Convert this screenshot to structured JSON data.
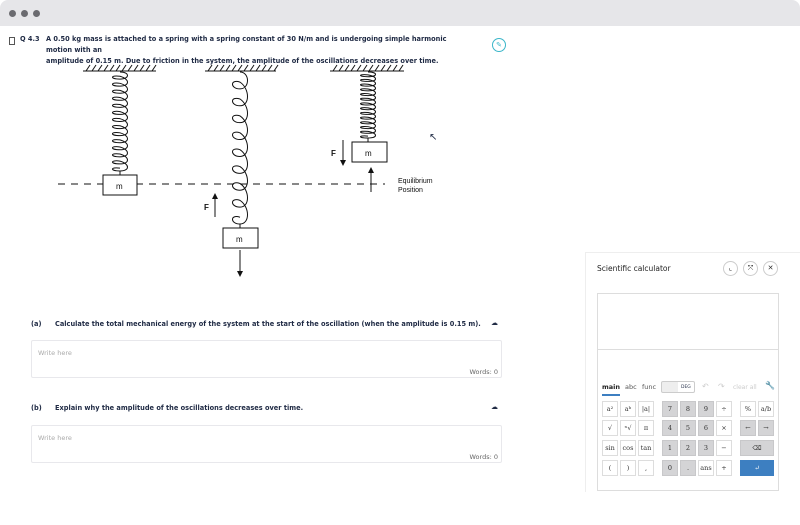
{
  "question": {
    "number": "Q 4.3",
    "text_line1": "A 0.50 kg mass is attached to a spring with a spring constant of 30 N/m and is undergoing simple harmonic motion with an",
    "text_line2": "amplitude of 0.15 m. Due to friction in the system, the amplitude of the oscillations decreases over time."
  },
  "diagram": {
    "mass_label": "m",
    "force_label": "F",
    "equilibrium_line1": "Equilibrium",
    "equilibrium_line2": "Position"
  },
  "parts": [
    {
      "label": "(a)",
      "text": "Calculate the total mechanical energy of the system at the start of the oscillation (when the amplitude is 0.15 m).",
      "placeholder": "Write here",
      "words": "Words: 0"
    },
    {
      "label": "(b)",
      "text": "Explain why the amplitude of the oscillations decreases over time.",
      "placeholder": "Write here",
      "words": "Words: 0"
    }
  ],
  "calculator": {
    "title": "Scientific calculator",
    "tabs": [
      "main",
      "abc",
      "func"
    ],
    "mode": "DEG",
    "clear_all": "clear all",
    "keys": {
      "row1": [
        "a²",
        "aᵇ",
        "|a|",
        "7",
        "8",
        "9",
        "÷",
        "%",
        "a/b"
      ],
      "row2": [
        "√",
        "ⁿ√",
        "π",
        "4",
        "5",
        "6",
        "×",
        "←",
        "→"
      ],
      "row3": [
        "sin",
        "cos",
        "tan",
        "1",
        "2",
        "3",
        "−",
        "⌫"
      ],
      "row4": [
        "(",
        ")",
        ",",
        "0",
        ".",
        "ans",
        "+",
        "↵"
      ]
    }
  }
}
